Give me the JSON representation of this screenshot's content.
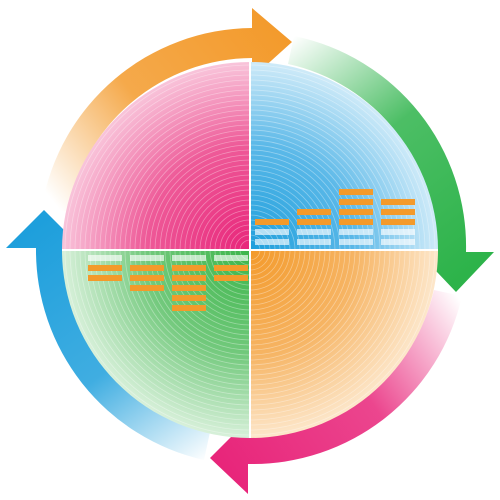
{
  "diagram": {
    "type": "cycle-quadrant-graphic",
    "quadrants": [
      {
        "id": "top-left",
        "color": "#e8257a",
        "content": "blank"
      },
      {
        "id": "top-right",
        "color": "#1e9fdc",
        "content": "ascending-bars",
        "bar_levels": [
          1,
          2,
          4,
          3
        ]
      },
      {
        "id": "bottom-right",
        "color": "#f39a2b",
        "content": "blank"
      },
      {
        "id": "bottom-left",
        "color": "#3cb54a",
        "content": "descending-bars",
        "bar_levels": [
          2,
          3,
          5,
          2
        ]
      }
    ],
    "arrows": [
      {
        "id": "top",
        "color": "#f39a2b",
        "direction": "clockwise"
      },
      {
        "id": "right",
        "color": "#2db34a",
        "direction": "clockwise"
      },
      {
        "id": "bottom",
        "color": "#e8257a",
        "direction": "clockwise"
      },
      {
        "id": "left",
        "color": "#1e9fdc",
        "direction": "clockwise"
      }
    ],
    "bar_color": "#f39a2b"
  }
}
